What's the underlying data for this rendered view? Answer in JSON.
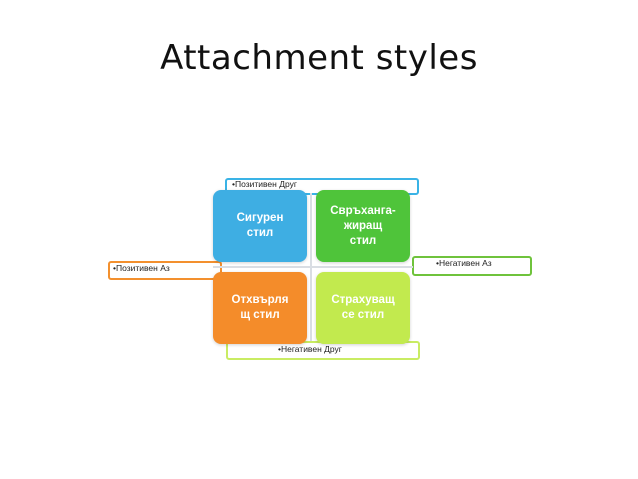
{
  "title": "Attachment styles",
  "axes": {
    "top": "•Позитивен Друг",
    "left": "•Позитивен Аз",
    "right": "•Негативен Аз",
    "bottom": "•Негативен Друг"
  },
  "quadrants": {
    "top_left": {
      "line1": "Сигурен",
      "line2": "стил",
      "line3": "",
      "color": "#3eaee3"
    },
    "top_right": {
      "line1": "Свръханга-",
      "line2": "жиращ",
      "line3": "стил",
      "color": "#4fc43a"
    },
    "bottom_left": {
      "line1": "Отхвърля",
      "line2": "щ стил",
      "line3": "",
      "color": "#f48c2a"
    },
    "bottom_right": {
      "line1": "Страхуващ",
      "line2": "се стил",
      "line3": "",
      "color": "#c2ea4e"
    }
  }
}
